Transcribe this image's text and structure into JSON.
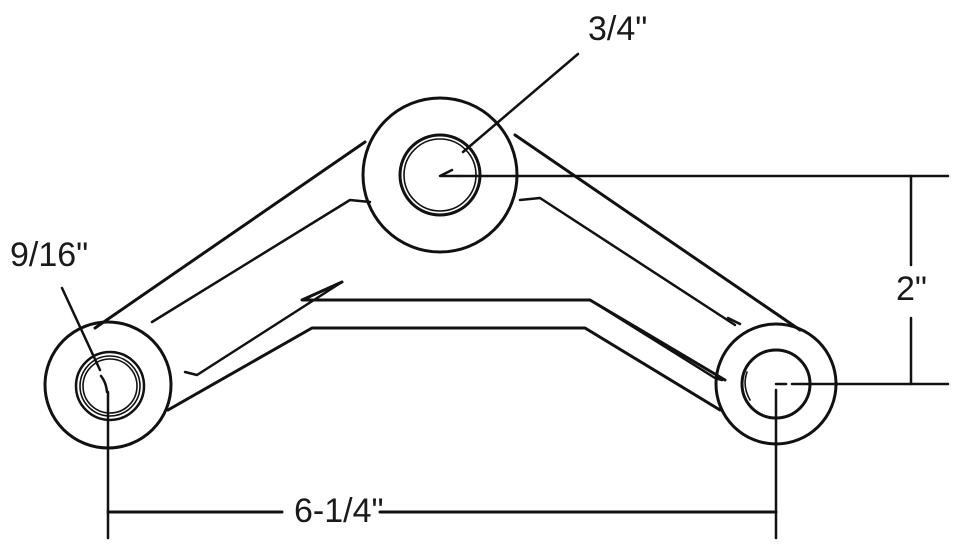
{
  "diagram": {
    "type": "technical-drawing",
    "subject": "three-eye equalizer bracket",
    "labels": {
      "left_bore": "9/16\"",
      "center_bore": "3/4\"",
      "height": "2\"",
      "span": "6-1/4\""
    },
    "colors": {
      "line": "#111111",
      "background": "#ffffff"
    }
  }
}
